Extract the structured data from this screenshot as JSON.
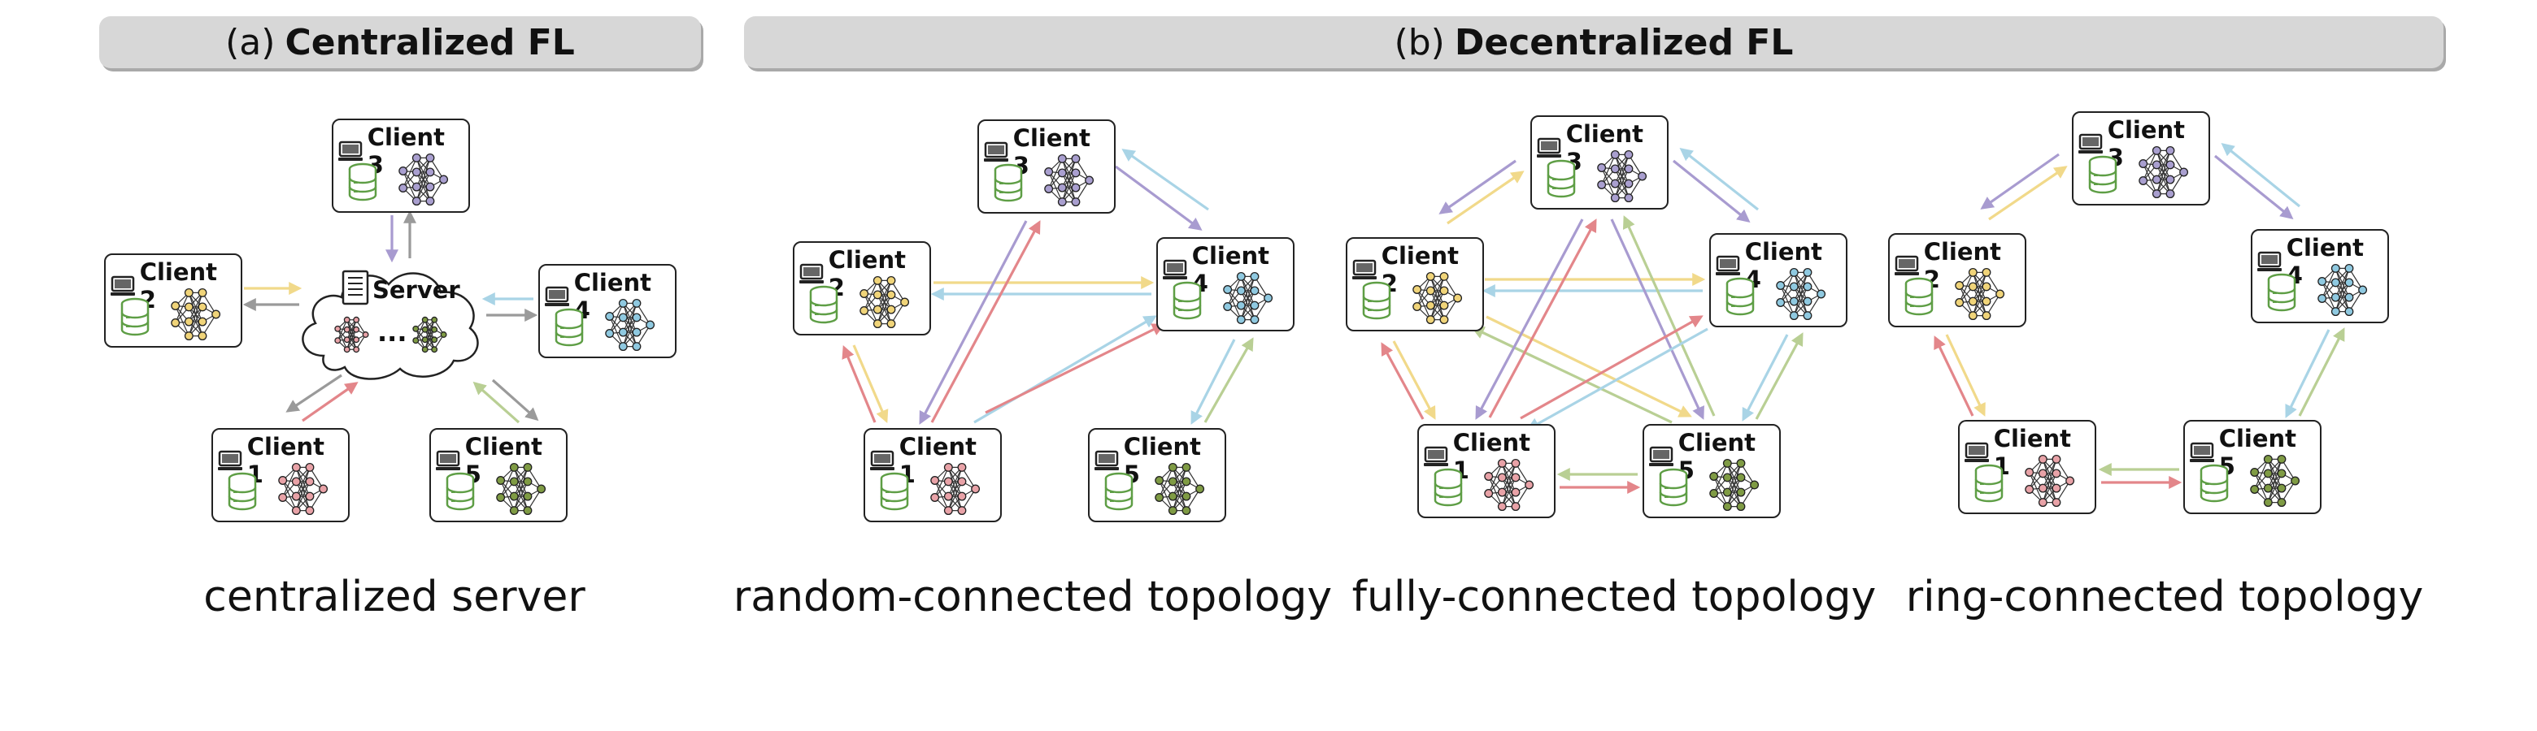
{
  "headers": {
    "a": {
      "prefix": "(a)",
      "title": "Centralized FL"
    },
    "b": {
      "prefix": "(b)",
      "title": "Decentralized FL"
    }
  },
  "server": {
    "label": "Server",
    "dots": "..."
  },
  "panels": [
    {
      "id": "centralized",
      "caption": "centralized server"
    },
    {
      "id": "random",
      "caption": "random-connected topology"
    },
    {
      "id": "fully",
      "caption": "fully-connected topology"
    },
    {
      "id": "ring",
      "caption": "ring-connected topology"
    }
  ],
  "clients": [
    {
      "id": 1,
      "label": "Client 1",
      "color": "#e8a2a7"
    },
    {
      "id": 2,
      "label": "Client 2",
      "color": "#f0d479"
    },
    {
      "id": 3,
      "label": "Client 3",
      "color": "#a99fcf"
    },
    {
      "id": 4,
      "label": "Client 4",
      "color": "#8fc9e0"
    },
    {
      "id": 5,
      "label": "Client 5",
      "color": "#7f9b44"
    }
  ],
  "colors": {
    "database": "#5e9e45",
    "arrow_gray": "#9a9a9a",
    "arrow_purple": "#a89bd0",
    "arrow_yellow": "#f1d98a",
    "arrow_blue": "#a9d4e6",
    "arrow_red": "#e3868a",
    "arrow_green": "#b9cf94",
    "header_bg": "#d7d7d7"
  },
  "icons": [
    "computer-icon",
    "database-icon",
    "neural-network-icon",
    "document-icon",
    "cloud-icon"
  ]
}
